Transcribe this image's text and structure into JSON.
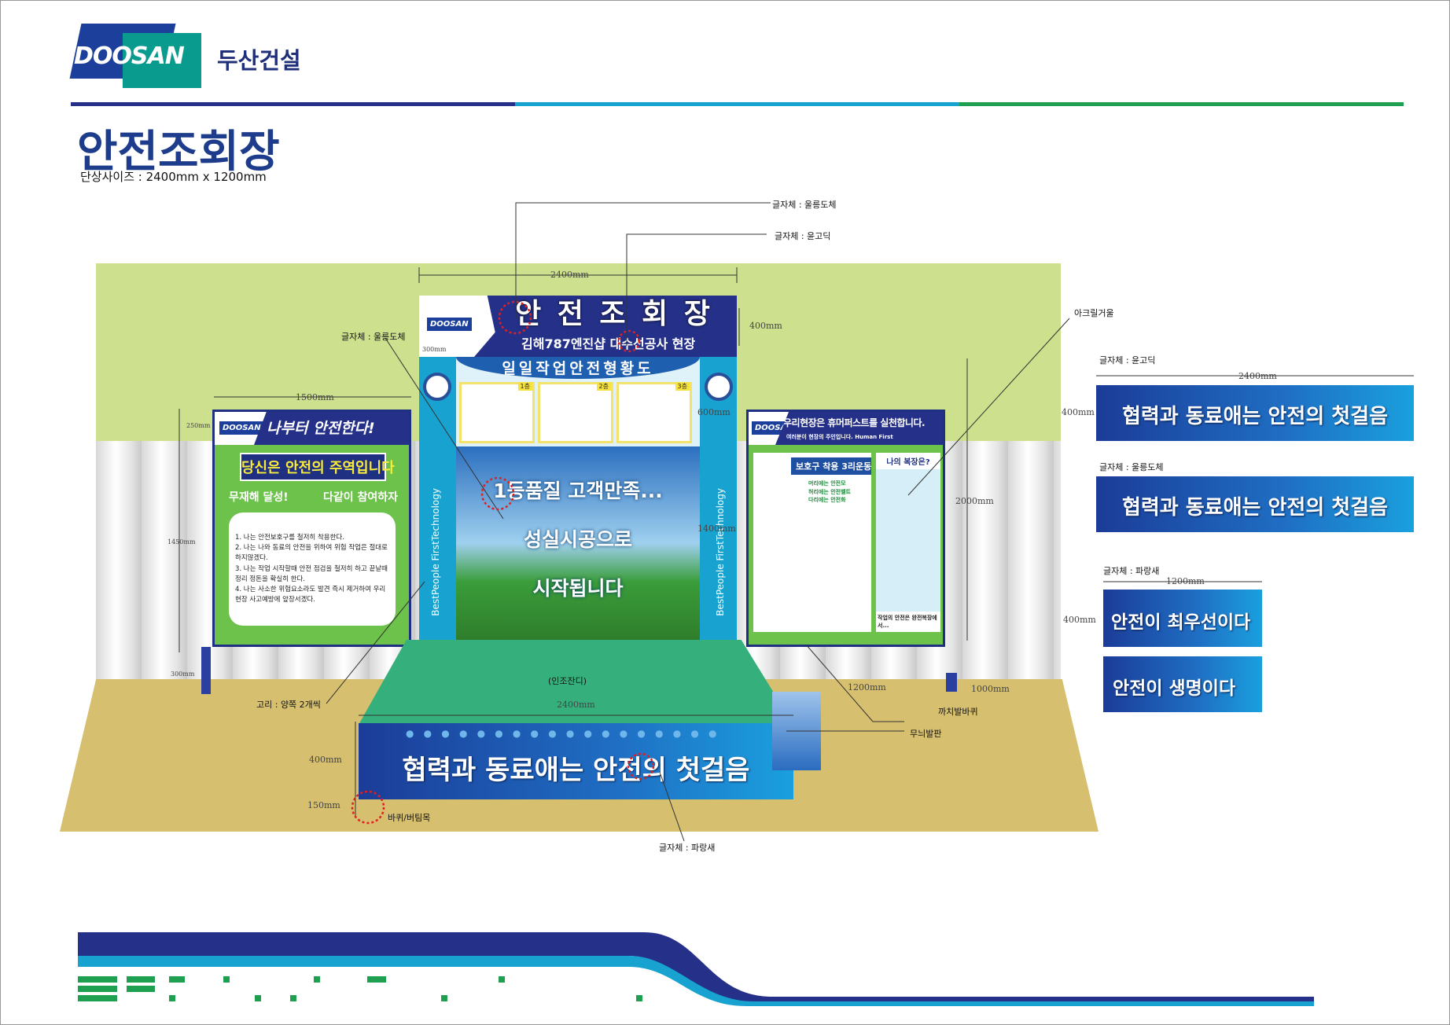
{
  "header": {
    "logo": "DOOSAN",
    "brand": "두산건설",
    "title": "안전조회장",
    "subtitle": "단상사이즈 : 2400mm x 1200mm"
  },
  "colors": {
    "navy": "#253189",
    "cyan": "#17a2cf",
    "green": "#1fa050",
    "wall": "#cde08e",
    "ground": "#d6bf6f"
  },
  "stage": {
    "top_title": "안 전 조 회 장",
    "top_subtitle": "김해787엔진샵 대수선공사 현장",
    "arch_banner": "일일작업안전형황도",
    "slots": [
      "1층",
      "2층",
      "3층"
    ],
    "scene_lines": [
      "1등품질 고객만족...",
      "성실시공으로",
      "시작됩니다"
    ],
    "pillar_text": "BestPeople FirstTechnology",
    "lawn": "(인조잔디)",
    "front_banner": "협력과 동료애는 안전의 첫걸음"
  },
  "left_board": {
    "logo": "DOOSAN",
    "slogan": "나부터 안전한다!",
    "headline": "당신은 안전의 주역입니다",
    "left_call": "무재해 달성!",
    "right_call": "다같이 참여하자",
    "rules": [
      "1. 나는 안전보호구를 철저히 착용한다.",
      "2. 나는 나와 동료의 안전을 위하여 위험 작업은 절대로 하지않겠다.",
      "3. 나는 작업 시작할때 안전 점검을 철저히 하고 끝날때 정리 정돈을 확실히 한다.",
      "4. 나는 사소한 위험요소라도 발견 즉시 제거하여 우리현장 사고예방에 앞장서겠다."
    ]
  },
  "right_board": {
    "logo": "DOOSAN",
    "slogan": "우리현장은 휴머퍼스트를 실천합니다.",
    "sub": "여러분이 현장의 주인입니다. Human First",
    "campaign": "보호구 착용 3리운동",
    "items": [
      "머리에는 안전모",
      "허리에는 안전벨트",
      "다리에는 안전화"
    ],
    "mirror_title": "나의 복장은?",
    "mirror_caption": "작업의 안전은 완전복장에서..."
  },
  "annotations": {
    "font_ulleung": "글자체 : 울릉도체",
    "font_yoon": "글자체 : 윤고딕",
    "font_ulleung2": "글자체 : 울릉도체",
    "acrylic": "아크릴거울",
    "hook": "고리 : 양쪽 2개씩",
    "magpie": "까치발바퀴",
    "step": "무늬발판",
    "wheel": "바퀴/버팀목",
    "font_parangsae": "글자체 : 파랑새"
  },
  "dimensions": {
    "w2400": "2400mm",
    "h400": "400mm",
    "w1500": "1500mm",
    "h250": "250mm",
    "h1450": "1450mm",
    "h300": "300mm",
    "w300": "300mm",
    "h600": "600mm",
    "h1400": "1400mm",
    "h2000": "2000mm",
    "d1200": "1200mm",
    "d1000": "1000mm",
    "front2400": "2400mm",
    "front400": "400mm",
    "h150": "150mm"
  },
  "samples": [
    {
      "font_label": "글자체 : 윤고딕",
      "width": "2400mm",
      "height": "400mm",
      "text": "협력과 동료애는 안전의 첫걸음"
    },
    {
      "font_label": "글자체 : 울릉도체",
      "text": "협력과 동료애는 안전의 첫걸음"
    },
    {
      "font_label": "글자체 : 파랑새",
      "width": "1200mm",
      "height": "400mm",
      "text": "안전이 최우선이다"
    },
    {
      "text": "안전이 생명이다"
    }
  ]
}
